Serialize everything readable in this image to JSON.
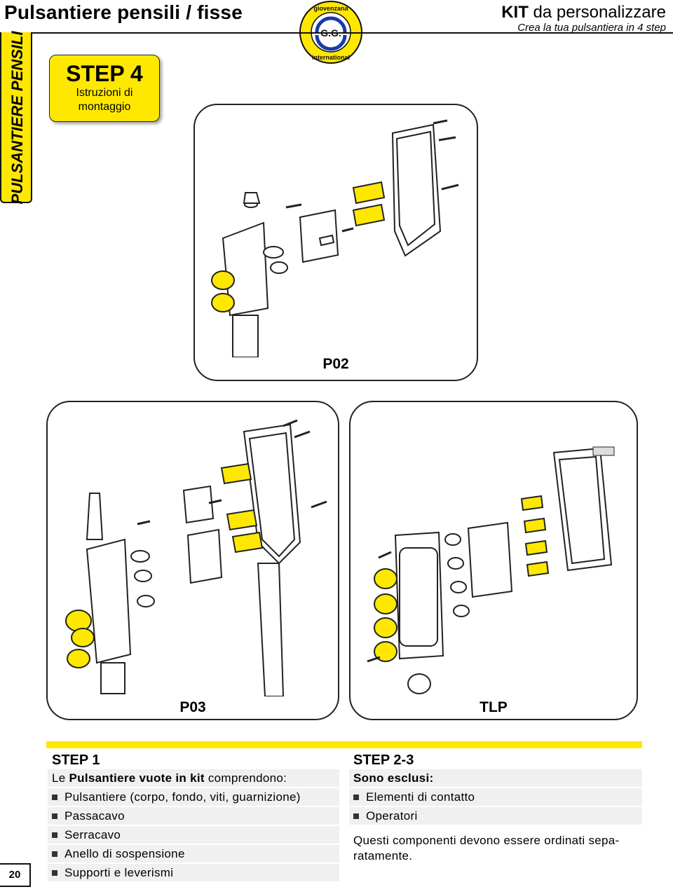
{
  "header": {
    "title": "Pulsantiere pensili / fisse",
    "kit_bold": "KIT",
    "kit_rest": " da personalizzare",
    "subtitle": "Crea la tua pulsantiera in 4 step"
  },
  "logo": {
    "top_text": "giovenzana",
    "center_text": "G.G.",
    "bottom_text": "international"
  },
  "side_tab": {
    "label": "PULSANTIERE PENSILI"
  },
  "step_badge": {
    "title": "STEP 4",
    "line1": "Istruzioni di",
    "line2": "montaggio"
  },
  "panels": [
    {
      "label": "P02"
    },
    {
      "label": "P03"
    },
    {
      "label": "TLP"
    }
  ],
  "step1": {
    "heading": "STEP 1",
    "intro_prefix": "Le ",
    "intro_bold": "Pulsantiere vuote in kit",
    "intro_suffix": " comprendono:",
    "items": [
      "Pulsantiere (corpo, fondo, viti, guarnizione)",
      "Passacavo",
      "Serracavo",
      "Anello di sospensione",
      "Supporti e leverismi"
    ]
  },
  "step23": {
    "heading": "STEP 2-3",
    "subheading": "Sono esclusi:",
    "items": [
      "Elementi di contatto",
      "Operatori"
    ],
    "note": "Questi componenti devono essere ordinati sepa-ratamente."
  },
  "page_number": "20",
  "colors": {
    "accent_yellow": "#ffe800",
    "ink": "#111111"
  }
}
